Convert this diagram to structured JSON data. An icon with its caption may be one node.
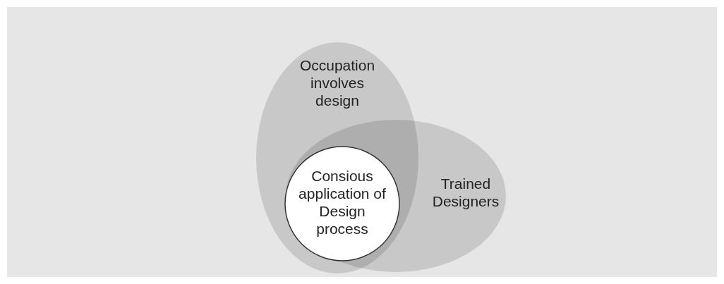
{
  "diagram": {
    "nodes": [
      {
        "text": [
          "Occupation involves design"
        ]
      },
      {
        "text": [
          "Trained Designers"
        ]
      },
      {
        "text": [
          "Consious application of Design process"
        ]
      }
    ]
  }
}
